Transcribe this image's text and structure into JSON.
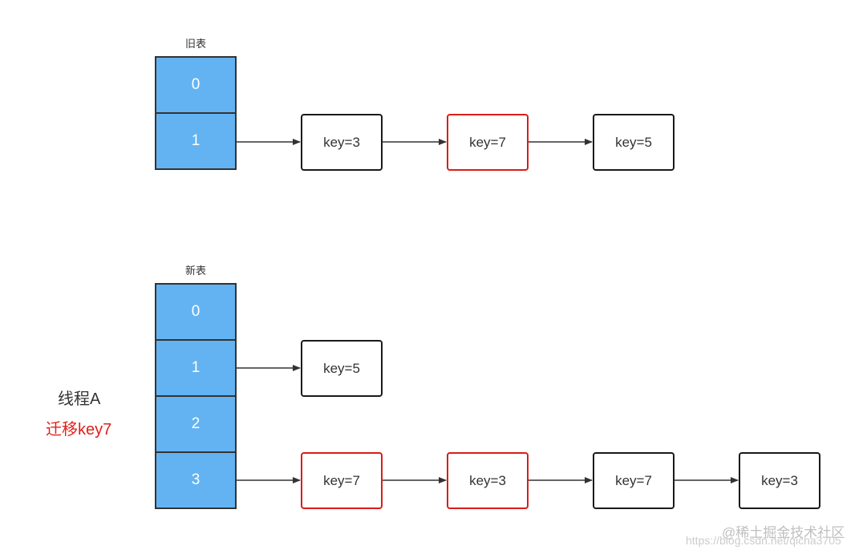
{
  "old_table": {
    "label": "旧表",
    "buckets": [
      "0",
      "1"
    ],
    "chain_bucket_1": [
      "key=3",
      "key=7",
      "key=5"
    ]
  },
  "new_table": {
    "label": "新表",
    "buckets": [
      "0",
      "1",
      "2",
      "3"
    ],
    "chain_bucket_1": [
      "key=5"
    ],
    "chain_bucket_3": [
      "key=7",
      "key=3",
      "key=7",
      "key=3"
    ]
  },
  "annotation": {
    "thread": "线程A",
    "action": "迁移key7"
  },
  "watermark": {
    "brand": "@稀土掘金技术社区",
    "url": "https://blog.csdn.net/qicha3705"
  },
  "colors": {
    "bucket_fill": "#63b3f2",
    "highlight": "#d91e18",
    "border": "#1a1a1a"
  }
}
